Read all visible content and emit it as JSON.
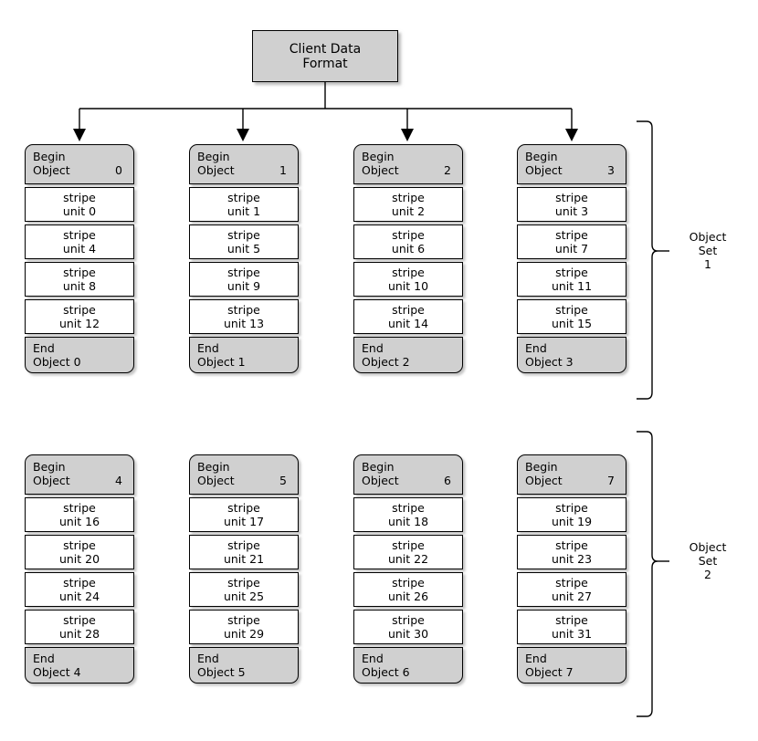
{
  "title": {
    "text": "Client Data\nFormat"
  },
  "icons": {
    "arrowhead": "arrow-down-icon",
    "brace": "curly-brace-icon"
  },
  "columns": [
    {
      "header_line1": "Begin",
      "header_line2": "Object",
      "header_number": "0",
      "stripes": [
        {
          "line1": "stripe",
          "line2": "unit 0"
        },
        {
          "line1": "stripe",
          "line2": "unit 4"
        },
        {
          "line1": "stripe",
          "line2": "unit 8"
        },
        {
          "line1": "stripe",
          "line2": "unit 12"
        }
      ],
      "footer_line1": "End",
      "footer_line2": "Object 0"
    },
    {
      "header_line1": "Begin",
      "header_line2": "Object",
      "header_number": "1",
      "stripes": [
        {
          "line1": "stripe",
          "line2": "unit 1"
        },
        {
          "line1": "stripe",
          "line2": "unit 5"
        },
        {
          "line1": "stripe",
          "line2": "unit 9"
        },
        {
          "line1": "stripe",
          "line2": "unit 13"
        }
      ],
      "footer_line1": "End",
      "footer_line2": "Object 1"
    },
    {
      "header_line1": "Begin",
      "header_line2": "Object",
      "header_number": "2",
      "stripes": [
        {
          "line1": "stripe",
          "line2": "unit 2"
        },
        {
          "line1": "stripe",
          "line2": "unit 6"
        },
        {
          "line1": "stripe",
          "line2": "unit 10"
        },
        {
          "line1": "stripe",
          "line2": "unit 14"
        }
      ],
      "footer_line1": "End",
      "footer_line2": "Object 2"
    },
    {
      "header_line1": "Begin",
      "header_line2": "Object",
      "header_number": "3",
      "stripes": [
        {
          "line1": "stripe",
          "line2": "unit 3"
        },
        {
          "line1": "stripe",
          "line2": "unit 7"
        },
        {
          "line1": "stripe",
          "line2": "unit 11"
        },
        {
          "line1": "stripe",
          "line2": "unit 15"
        }
      ],
      "footer_line1": "End",
      "footer_line2": "Object 3"
    },
    {
      "header_line1": "Begin",
      "header_line2": "Object",
      "header_number": "4",
      "stripes": [
        {
          "line1": "stripe",
          "line2": "unit 16"
        },
        {
          "line1": "stripe",
          "line2": "unit 20"
        },
        {
          "line1": "stripe",
          "line2": "unit 24"
        },
        {
          "line1": "stripe",
          "line2": "unit 28"
        }
      ],
      "footer_line1": "End",
      "footer_line2": "Object 4"
    },
    {
      "header_line1": "Begin",
      "header_line2": "Object",
      "header_number": "5",
      "stripes": [
        {
          "line1": "stripe",
          "line2": "unit 17"
        },
        {
          "line1": "stripe",
          "line2": "unit 21"
        },
        {
          "line1": "stripe",
          "line2": "unit 25"
        },
        {
          "line1": "stripe",
          "line2": "unit 29"
        }
      ],
      "footer_line1": "End",
      "footer_line2": "Object 5"
    },
    {
      "header_line1": "Begin",
      "header_line2": "Object",
      "header_number": "6",
      "stripes": [
        {
          "line1": "stripe",
          "line2": "unit 18"
        },
        {
          "line1": "stripe",
          "line2": "unit 22"
        },
        {
          "line1": "stripe",
          "line2": "unit 26"
        },
        {
          "line1": "stripe",
          "line2": "unit 30"
        }
      ],
      "footer_line1": "End",
      "footer_line2": "Object 6"
    },
    {
      "header_line1": "Begin",
      "header_line2": "Object",
      "header_number": "7",
      "stripes": [
        {
          "line1": "stripe",
          "line2": "unit 19"
        },
        {
          "line1": "stripe",
          "line2": "unit 23"
        },
        {
          "line1": "stripe",
          "line2": "unit 27"
        },
        {
          "line1": "stripe",
          "line2": "unit 31"
        }
      ],
      "footer_line1": "End",
      "footer_line2": "Object 7"
    }
  ],
  "sets": [
    {
      "label": "Object\nSet\n1"
    },
    {
      "label": "Object\nSet\n2"
    }
  ],
  "colors": {
    "box_fill_gray": "#d0d0d0",
    "box_fill_white": "#ffffff",
    "stroke": "#000000",
    "background": "#ffffff"
  }
}
